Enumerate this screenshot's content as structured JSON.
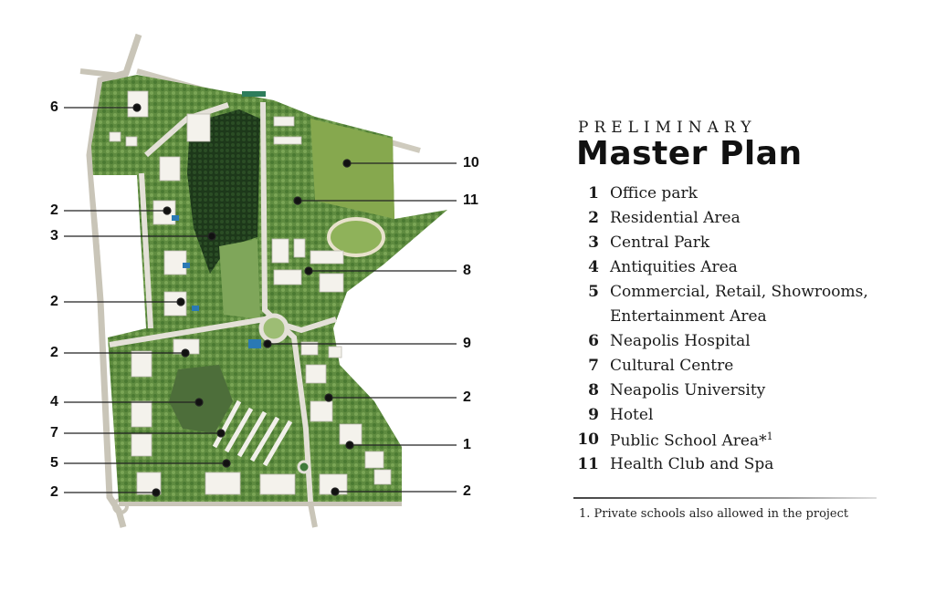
{
  "title": {
    "small": "PRELIMINARY",
    "big": "Master Plan"
  },
  "legend": [
    {
      "num": "1",
      "label": "Office park"
    },
    {
      "num": "2",
      "label": "Residential Area"
    },
    {
      "num": "3",
      "label": "Central Park"
    },
    {
      "num": "4",
      "label": "Antiquities Area"
    },
    {
      "num": "5",
      "label": "Commercial, Retail, Showrooms,"
    },
    {
      "num": "",
      "label": "Entertainment Area"
    },
    {
      "num": "6",
      "label": "Neapolis Hospital"
    },
    {
      "num": "7",
      "label": "Cultural Centre"
    },
    {
      "num": "8",
      "label": "Neapolis University"
    },
    {
      "num": "9",
      "label": "Hotel"
    },
    {
      "num": "10",
      "label": "Public School Area",
      "marker": "*",
      "sup": "1"
    },
    {
      "num": "11",
      "label": "Health Club and Spa"
    }
  ],
  "footnote": "1. Private schools also allowed in the project",
  "callouts": {
    "left": [
      "6",
      "2",
      "3",
      "2",
      "2",
      "4",
      "7",
      "5",
      "2"
    ],
    "right": [
      "10",
      "11",
      "8",
      "9",
      "2",
      "1",
      "2"
    ]
  },
  "colors": {
    "grass": "#6f9a4a",
    "dark_forest": "#1f3d1c",
    "road": "#d9d6cc",
    "field": "#7fa24a"
  }
}
